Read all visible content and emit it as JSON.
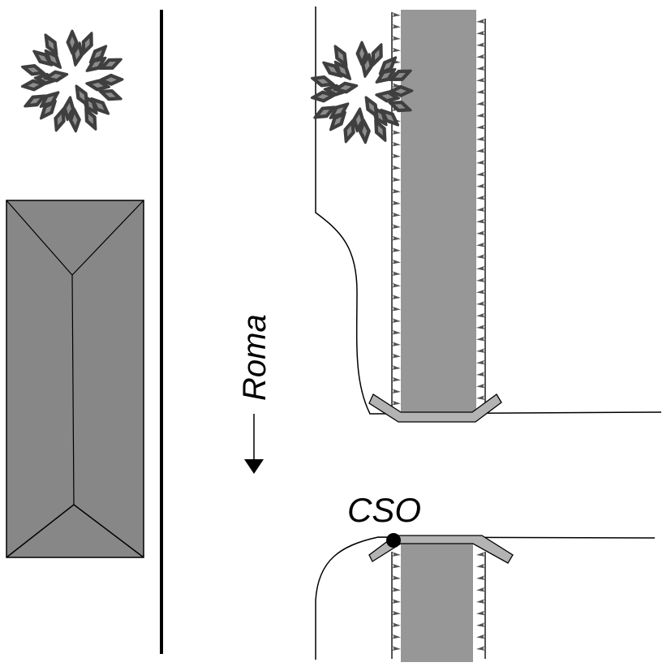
{
  "diagram": {
    "type": "site-plan",
    "labels": {
      "direction": "Roma",
      "outfall": "CSO"
    },
    "elements": {
      "trees": [
        "tree-left",
        "tree-right"
      ],
      "building": "hip-roof-building",
      "street_centerline": "street-divider-line",
      "direction_arrow": "down",
      "channels": [
        "upper-channel",
        "lower-channel"
      ],
      "bridges": [
        "upper-bridge",
        "lower-bridge"
      ],
      "cso_marker": "cso-point"
    },
    "colors": {
      "tree_foliage": "#3f3f3f",
      "tree_leaf": "#8c8c8c",
      "roof": "#878787",
      "channel_water": "#979797",
      "bank_hatch": "#555555",
      "bridge": "#b3b3b3",
      "line": "#000000"
    }
  }
}
